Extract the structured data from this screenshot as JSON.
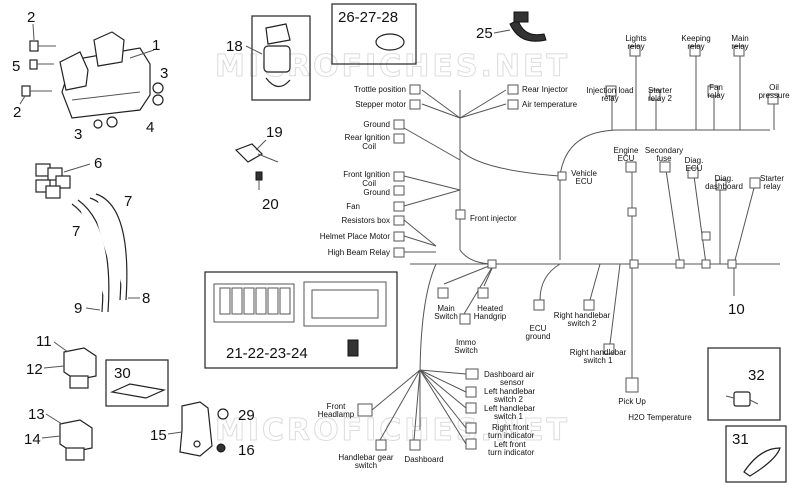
{
  "watermark": "MICROFICHES.NET",
  "parts": {
    "p1": "1",
    "p2a": "2",
    "p2b": "2",
    "p3a": "3",
    "p3b": "3",
    "p4": "4",
    "p5": "5",
    "p6": "6",
    "p7a": "7",
    "p7b": "7",
    "p8": "8",
    "p9": "9",
    "p10": "10",
    "p11": "11",
    "p12": "12",
    "p13": "13",
    "p14": "14",
    "p15": "15",
    "p16": "16",
    "p18": "18",
    "p19": "19",
    "p20": "20",
    "p21_24": "21-22-23-24",
    "p25": "25",
    "p26_28": "26-27-28",
    "p29": "29",
    "p30": "30",
    "p31": "31",
    "p32": "32"
  },
  "labels": {
    "trottle_position": "Trottle position",
    "stepper_motor": "Stepper motor",
    "rear_injector": "Rear Injector",
    "air_temperature": "Air temperature",
    "ground1": "Ground",
    "rear_ignition_1": "Rear Ignition",
    "rear_ignition_2": "Coil",
    "front_ignition_1": "Front Ignition",
    "front_ignition_2": "Coil",
    "ground2": "Ground",
    "fan": "Fan",
    "resistors_box": "Resistors box",
    "helmet_place_motor": "Helmet Place Motor",
    "high_beam_relay": "High Beam Relay",
    "front_injector": "Front injector",
    "lights_relay_1": "Lights",
    "lights_relay_2": "relay",
    "keeping_relay_1": "Keeping",
    "keeping_relay_2": "relay",
    "main_relay_1": "Main",
    "main_relay_2": "relay",
    "injection_load_relay_1": "Injection load",
    "injection_load_relay_2": "relay",
    "starter_relay2_1": "Starter",
    "starter_relay2_2": "relay 2",
    "fan_relay_1": "Fan",
    "fan_relay_2": "relay",
    "oil_pressure_1": "Oil",
    "oil_pressure_2": "pressure",
    "engine_ecu_1": "Engine",
    "engine_ecu_2": "ECU",
    "secondary_fuse_1": "Secondary",
    "secondary_fuse_2": "fuse",
    "diag_ecu_1": "Diag.",
    "diag_ecu_2": "ECU",
    "diag_dashboard_1": "Diag.",
    "diag_dashboard_2": "dashboard",
    "starter_relay_1": "Starter",
    "starter_relay_2": "relay",
    "vehicle_ecu_1": "Vehicle",
    "vehicle_ecu_2": "ECU",
    "main_switch_1": "Main",
    "main_switch_2": "Switch",
    "heated_handgrip_1": "Heated",
    "heated_handgrip_2": "Handgrip",
    "immo_switch_1": "Immo",
    "immo_switch_2": "Switch",
    "ecu_ground_1": "ECU",
    "ecu_ground_2": "ground",
    "right_hb_switch2_1": "Right handlebar",
    "right_hb_switch2_2": "switch 2",
    "right_hb_switch1_1": "Right handlebar",
    "right_hb_switch1_2": "switch 1",
    "pick_up": "Pick Up",
    "h2o_temperature": "H2O Temperature",
    "dashboard_air_sensor_1": "Dashboard air",
    "dashboard_air_sensor_2": "sensor",
    "left_hb_switch2_1": "Left handlebar",
    "left_hb_switch2_2": "switch 2",
    "left_hb_switch1_1": "Left handlebar",
    "left_hb_switch1_2": "switch 1",
    "right_front_turn_1": "Right front",
    "right_front_turn_2": "turn indicator",
    "left_front_turn_1": "Left front",
    "left_front_turn_2": "turn indicator",
    "front_headlamp_1": "Front",
    "front_headlamp_2": "Headlamp",
    "handlebar_gear_switch_1": "Handlebar gear",
    "handlebar_gear_switch_2": "switch",
    "dashboard": "Dashboard"
  }
}
